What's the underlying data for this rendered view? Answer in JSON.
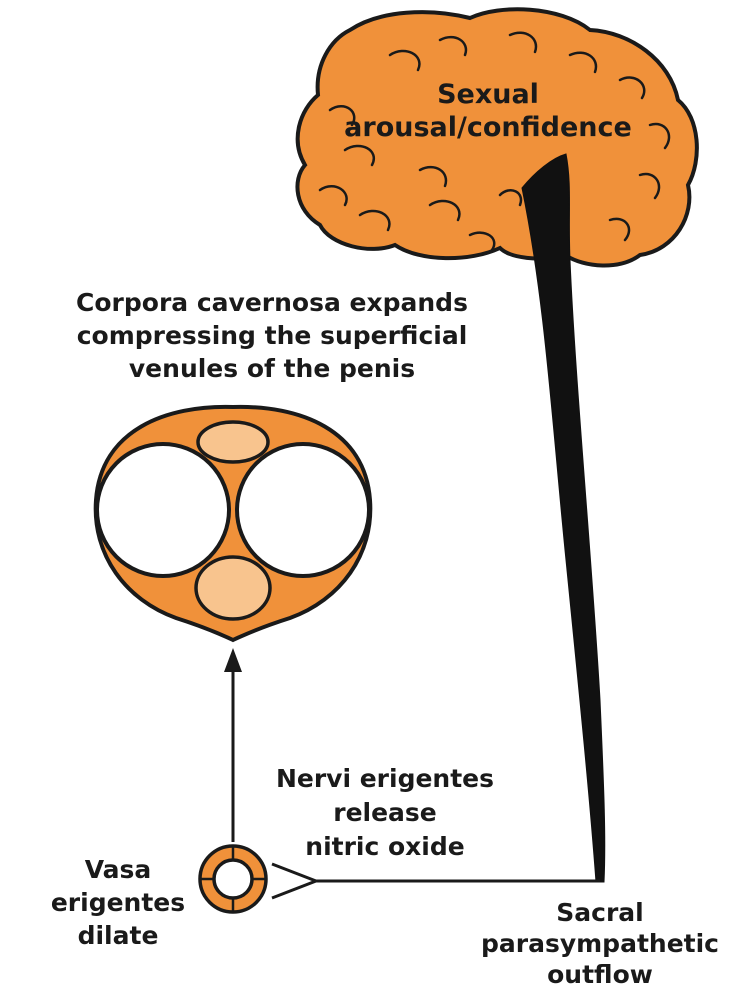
{
  "labels": {
    "brain": [
      "Sexual",
      "arousal/confidence"
    ],
    "corpora": [
      "Corpora cavernosa expands",
      "compressing the superficial",
      "venules of the penis"
    ],
    "nervi": [
      "Nervi erigentes",
      "release",
      "nitric oxide"
    ],
    "vasa": [
      "Vasa",
      "erigentes",
      "dilate"
    ],
    "sacral": [
      "Sacral",
      "parasympathetic",
      "outflow"
    ]
  },
  "colors": {
    "orange": "#F0913A",
    "light_orange": "#F8C48E",
    "outline": "#1a1a1a",
    "fill_white": "#ffffff"
  }
}
